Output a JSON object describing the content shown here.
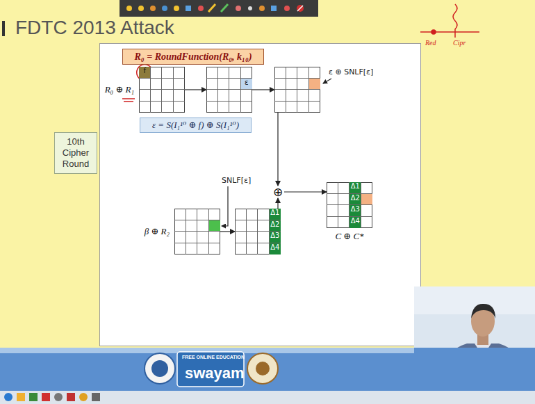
{
  "diagram": {
    "title": "FDTC 2013 Attack",
    "nodes": [
      {
        "text": [
          "R₀ = RoundFunction(R₀, k₁₀)"
        ]
      },
      {
        "text": [
          "R₀ ⊕ R₁",
          "f"
        ]
      },
      {
        "text": [
          "ε"
        ]
      },
      {
        "text": [
          "ε ⊕ SNLF[ε]"
        ]
      },
      {
        "text": [
          "ε = S(I₁¹⁰ ⊕ f) ⊕ S(I₁¹⁰)"
        ]
      },
      {
        "text": [
          "10th Cipher Round"
        ]
      },
      {
        "text": [
          "SNLF[ε]",
          "β ⊕ R₂"
        ]
      },
      {
        "text": [
          "Δ1",
          "Δ2",
          "Δ3",
          "Δ4"
        ]
      },
      {
        "text": [
          "⊕"
        ]
      },
      {
        "text": [
          "Δ1",
          "Δ2",
          "Δ3",
          "Δ4",
          "C ⊕ C*"
        ]
      }
    ],
    "edges": [
      {
        "from": 1,
        "to": 2,
        "arrow": "to"
      },
      {
        "from": 2,
        "to": 3,
        "arrow": "to"
      },
      {
        "from": 3,
        "to": 8,
        "arrow": "to"
      },
      {
        "from": 6,
        "to": 7,
        "arrow": "to"
      },
      {
        "from": 7,
        "to": 8,
        "arrow": "to"
      },
      {
        "from": 8,
        "to": 9,
        "arrow": "to"
      }
    ],
    "labels": [
      "Red",
      "Cipr",
      "FREE ONLINE EDUCATION",
      "swayam"
    ]
  }
}
